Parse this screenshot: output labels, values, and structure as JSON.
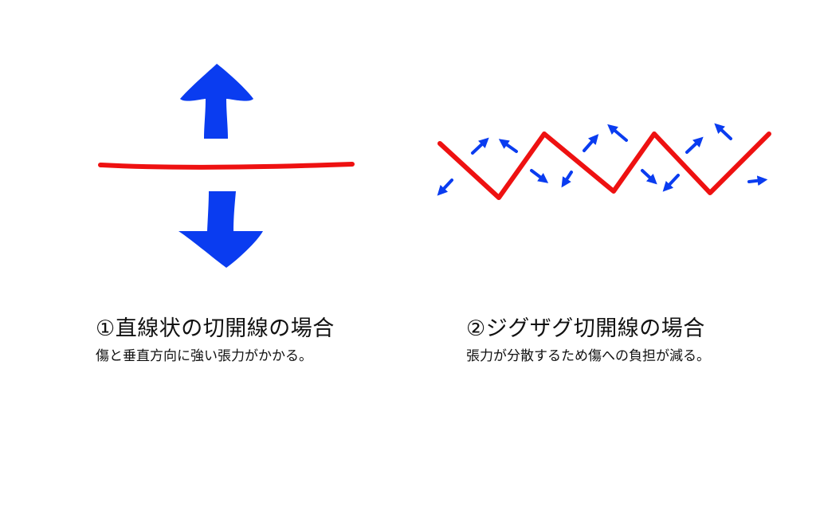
{
  "colors": {
    "cut_line": "#ee1111",
    "arrow": "#0a3cf0",
    "text": "#111111",
    "background": "#ffffff"
  },
  "panels": [
    {
      "id": "straight",
      "title": "①直線状の切開線の場合",
      "description": "傷と垂直方向に強い張力がかかる。"
    },
    {
      "id": "zigzag",
      "title": "②ジグザグ切開線の場合",
      "description": "張力が分散するため傷への負担が減る。"
    }
  ]
}
